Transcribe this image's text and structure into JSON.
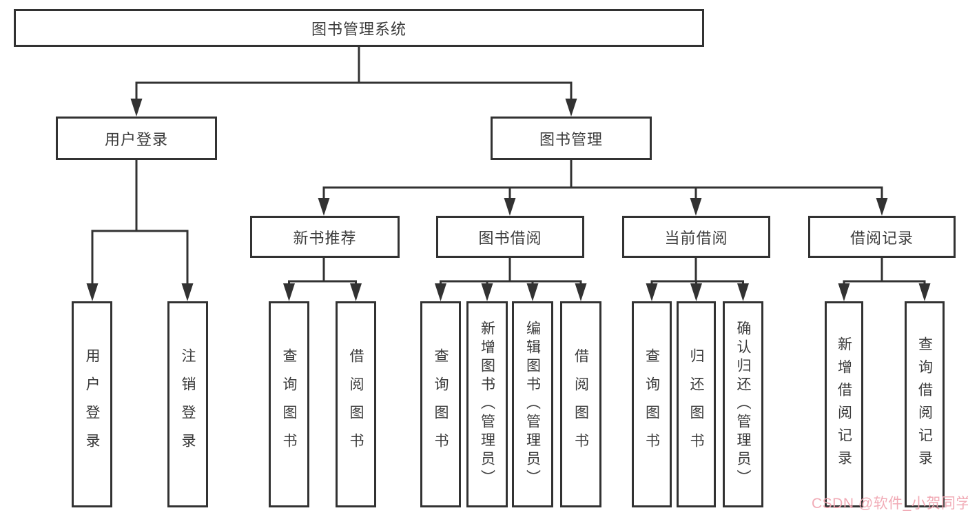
{
  "diagram": {
    "type": "hierarchy-tree",
    "root": {
      "label": "图书管理系统"
    },
    "level2": [
      {
        "label": "用户登录"
      },
      {
        "label": "图书管理"
      }
    ],
    "level3": [
      {
        "label": "新书推荐",
        "parent": "图书管理"
      },
      {
        "label": "图书借阅",
        "parent": "图书管理"
      },
      {
        "label": "当前借阅",
        "parent": "图书管理"
      },
      {
        "label": "借阅记录",
        "parent": "图书管理"
      }
    ],
    "leaves": [
      {
        "label": "用户登录",
        "parent": "用户登录"
      },
      {
        "label": "注销登录",
        "parent": "用户登录"
      },
      {
        "label": "查询图书",
        "parent": "新书推荐"
      },
      {
        "label": "借阅图书",
        "parent": "新书推荐"
      },
      {
        "label": "查询图书",
        "parent": "图书借阅"
      },
      {
        "label": "新增图书（管理员）",
        "parent": "图书借阅"
      },
      {
        "label": "编辑图书（管理员）",
        "parent": "图书借阅"
      },
      {
        "label": "借阅图书",
        "parent": "图书借阅"
      },
      {
        "label": "查询图书",
        "parent": "当前借阅"
      },
      {
        "label": "归还图书",
        "parent": "当前借阅"
      },
      {
        "label": "确认归还（管理员）",
        "parent": "当前借阅"
      },
      {
        "label": "新增借阅记录",
        "parent": "借阅记录"
      },
      {
        "label": "查询借阅记录",
        "parent": "借阅记录"
      }
    ]
  },
  "watermark": {
    "text": "CSDN @软件_小贺同学",
    "color": "#f0a6b2"
  },
  "colors": {
    "background": "#ffffff",
    "box_border": "#323232",
    "connector_line": "#323232",
    "text": "#3b3b3b"
  }
}
